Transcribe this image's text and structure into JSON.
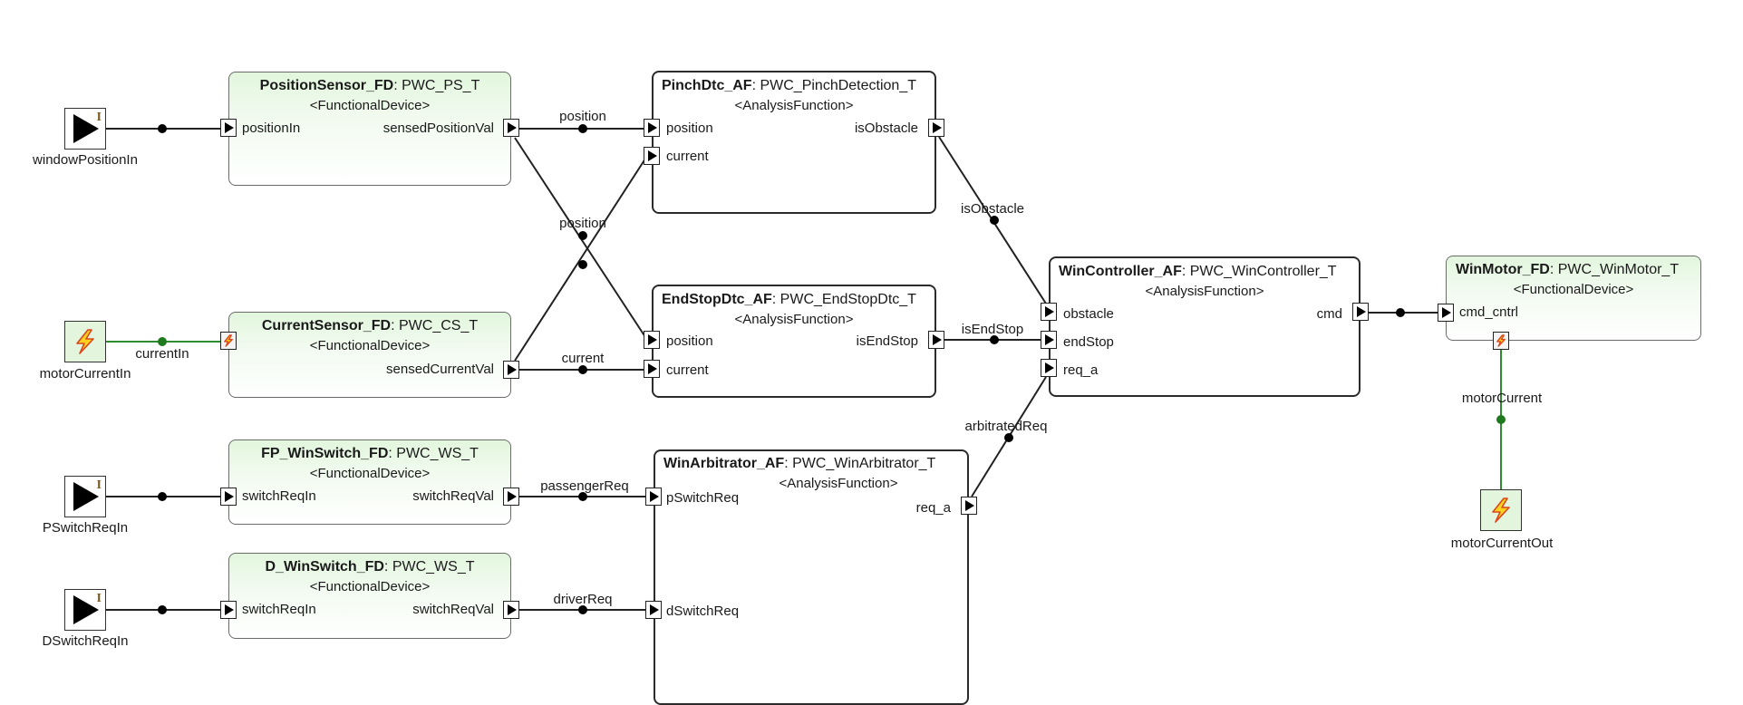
{
  "diagram": {
    "external_ports": [
      {
        "id": "windowPositionIn",
        "label": "windowPositionIn",
        "kind": "flow-in",
        "icon": "input-triangle-icon"
      },
      {
        "id": "motorCurrentIn",
        "label": "motorCurrentIn",
        "kind": "power",
        "icon": "lightning-icon"
      },
      {
        "id": "PSwitchReqIn",
        "label": "PSwitchReqIn",
        "kind": "flow-in",
        "icon": "input-triangle-icon"
      },
      {
        "id": "DSwitchReqIn",
        "label": "DSwitchReqIn",
        "kind": "flow-in",
        "icon": "input-triangle-icon"
      },
      {
        "id": "motorCurrentOut",
        "label": "motorCurrentOut",
        "kind": "power",
        "icon": "lightning-icon"
      }
    ],
    "blocks": [
      {
        "id": "PositionSensor_FD",
        "name": "PositionSensor_FD",
        "type": ": PWC_PS_T",
        "stereotype": "<FunctionalDevice>",
        "ports": {
          "in": [
            "positionIn"
          ],
          "out": [
            "sensedPositionVal"
          ]
        }
      },
      {
        "id": "CurrentSensor_FD",
        "name": "CurrentSensor_FD",
        "type": ": PWC_CS_T",
        "stereotype": "<FunctionalDevice>",
        "ports": {
          "in": [],
          "out": [
            "sensedCurrentVal"
          ]
        }
      },
      {
        "id": "FP_WinSwitch_FD",
        "name": "FP_WinSwitch_FD",
        "type": ": PWC_WS_T",
        "stereotype": "<FunctionalDevice>",
        "ports": {
          "in": [
            "switchReqIn"
          ],
          "out": [
            "switchReqVal"
          ]
        }
      },
      {
        "id": "D_WinSwitch_FD",
        "name": "D_WinSwitch_FD",
        "type": ": PWC_WS_T",
        "stereotype": "<FunctionalDevice>",
        "ports": {
          "in": [
            "switchReqIn"
          ],
          "out": [
            "switchReqVal"
          ]
        }
      },
      {
        "id": "PinchDtc_AF",
        "name": "PinchDtc_AF",
        "type": ": PWC_PinchDetection_T",
        "stereotype": "<AnalysisFunction>",
        "ports": {
          "in": [
            "position",
            "current"
          ],
          "out": [
            "isObstacle"
          ]
        }
      },
      {
        "id": "EndStopDtc_AF",
        "name": "EndStopDtc_AF",
        "type": ": PWC_EndStopDtc_T",
        "stereotype": "<AnalysisFunction>",
        "ports": {
          "in": [
            "position",
            "current"
          ],
          "out": [
            "isEndStop"
          ]
        }
      },
      {
        "id": "WinArbitrator_AF",
        "name": "WinArbitrator_AF",
        "type": ": PWC_WinArbitrator_T",
        "stereotype": "<AnalysisFunction>",
        "ports": {
          "in": [
            "pSwitchReq",
            "dSwitchReq"
          ],
          "out": [
            "req_a"
          ]
        }
      },
      {
        "id": "WinController_AF",
        "name": "WinController_AF",
        "type": ": PWC_WinController_T",
        "stereotype": "<AnalysisFunction>",
        "ports": {
          "in": [
            "obstacle",
            "endStop",
            "req_a"
          ],
          "out": [
            "cmd"
          ]
        }
      },
      {
        "id": "WinMotor_FD",
        "name": "WinMotor_FD",
        "type": ": PWC_WinMotor_T",
        "stereotype": "<FunctionalDevice>",
        "ports": {
          "in": [
            "cmd_cntrl"
          ],
          "out": []
        }
      }
    ],
    "connections": [
      {
        "label": "",
        "from": "windowPositionIn",
        "to": "PositionSensor_FD.positionIn",
        "kind": "flow"
      },
      {
        "label": "currentIn",
        "from": "motorCurrentIn",
        "to": "CurrentSensor_FD.power",
        "kind": "power"
      },
      {
        "label": "",
        "from": "PSwitchReqIn",
        "to": "FP_WinSwitch_FD.switchReqIn",
        "kind": "flow"
      },
      {
        "label": "",
        "from": "DSwitchReqIn",
        "to": "D_WinSwitch_FD.switchReqIn",
        "kind": "flow"
      },
      {
        "label": "position",
        "from": "PositionSensor_FD.sensedPositionVal",
        "to": "PinchDtc_AF.position",
        "kind": "flow"
      },
      {
        "label": "position",
        "from": "PositionSensor_FD.sensedPositionVal",
        "to": "EndStopDtc_AF.position",
        "kind": "flow"
      },
      {
        "label": "",
        "from": "CurrentSensor_FD.sensedCurrentVal",
        "to": "PinchDtc_AF.current",
        "kind": "flow"
      },
      {
        "label": "current",
        "from": "CurrentSensor_FD.sensedCurrentVal",
        "to": "EndStopDtc_AF.current",
        "kind": "flow"
      },
      {
        "label": "passengerReq",
        "from": "FP_WinSwitch_FD.switchReqVal",
        "to": "WinArbitrator_AF.pSwitchReq",
        "kind": "flow"
      },
      {
        "label": "driverReq",
        "from": "D_WinSwitch_FD.switchReqVal",
        "to": "WinArbitrator_AF.dSwitchReq",
        "kind": "flow"
      },
      {
        "label": "isObstacle",
        "from": "PinchDtc_AF.isObstacle",
        "to": "WinController_AF.obstacle",
        "kind": "flow"
      },
      {
        "label": "isEndStop",
        "from": "EndStopDtc_AF.isEndStop",
        "to": "WinController_AF.endStop",
        "kind": "flow"
      },
      {
        "label": "arbitratedReq",
        "from": "WinArbitrator_AF.req_a",
        "to": "WinController_AF.req_a",
        "kind": "flow"
      },
      {
        "label": "",
        "from": "WinController_AF.cmd",
        "to": "WinMotor_FD.cmd_cntrl",
        "kind": "flow"
      },
      {
        "label": "motorCurrent",
        "from": "WinMotor_FD.power",
        "to": "motorCurrentOut",
        "kind": "power"
      }
    ],
    "colors": {
      "flow_line": "#222222",
      "power_line": "#2e8b2e",
      "fd_fill_top": "#e2f6dd",
      "bolt_fill": "#ffd21f",
      "bolt_stroke": "#d9471a"
    }
  }
}
